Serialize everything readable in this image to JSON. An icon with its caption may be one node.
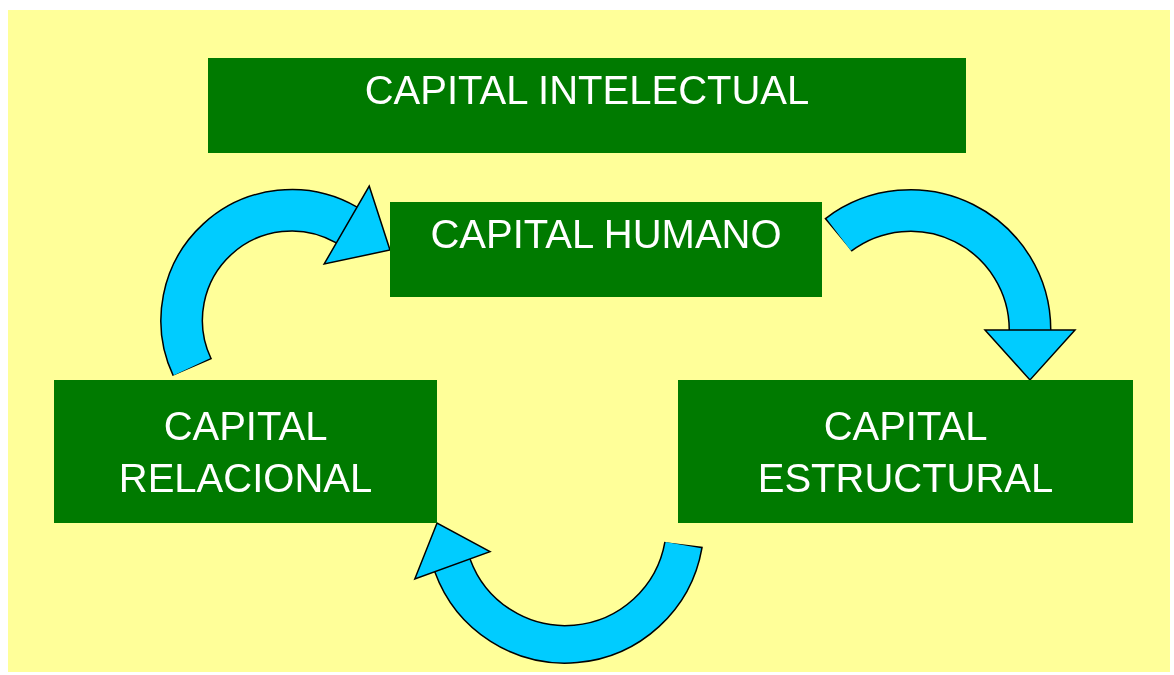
{
  "diagram": {
    "nodes": [
      {
        "text": [
          "CAPITAL INTELECTUAL"
        ]
      },
      {
        "text": [
          "CAPITAL HUMANO"
        ]
      },
      {
        "text": [
          "CAPITAL ESTRUCTURAL"
        ]
      },
      {
        "text": [
          "CAPITAL RELACIONAL"
        ]
      }
    ],
    "edges": [
      {
        "from": 1,
        "to": 2,
        "arrow": "to"
      },
      {
        "from": 2,
        "to": 3,
        "arrow": "to"
      },
      {
        "from": 3,
        "to": 1,
        "arrow": "to"
      }
    ]
  }
}
